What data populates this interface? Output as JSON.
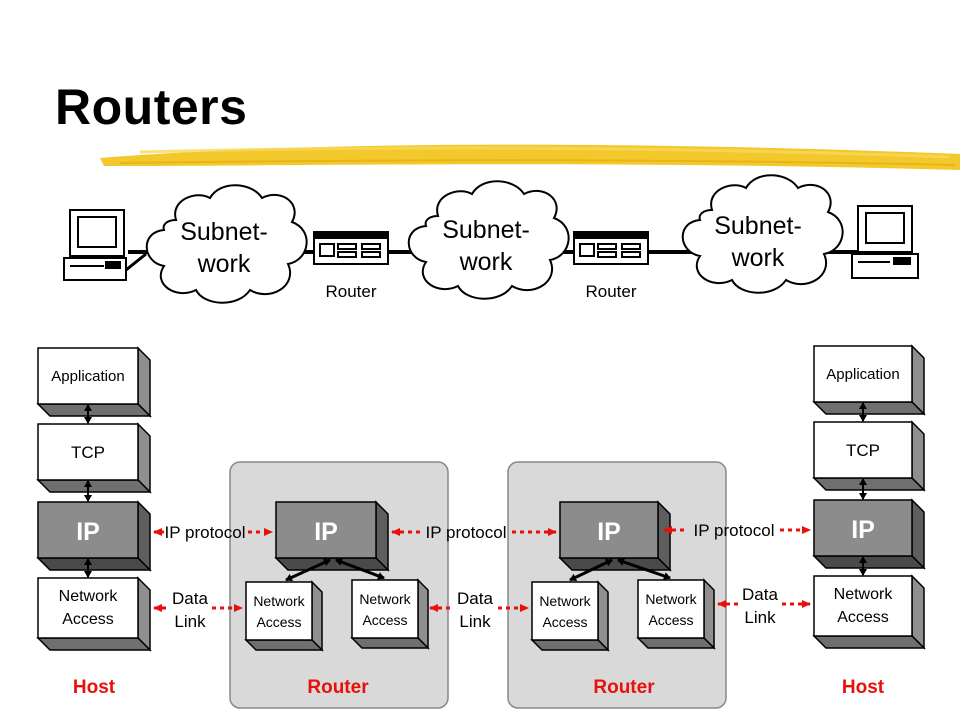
{
  "slide": {
    "title": "Routers"
  },
  "topology": {
    "subnet_label_line1": "Subnet-",
    "subnet_label_line2": "work",
    "router_label": "Router"
  },
  "stacks": {
    "host_left": {
      "caption": "Host",
      "layers": [
        "Application",
        "TCP",
        "IP",
        "Network|Access"
      ]
    },
    "router_1": {
      "caption": "Router",
      "ip": "IP",
      "access_left": "Network|Access",
      "access_right": "Network|Access"
    },
    "router_2": {
      "caption": "Router",
      "ip": "IP",
      "access_left": "Network|Access",
      "access_right": "Network|Access"
    },
    "host_right": {
      "caption": "Host",
      "layers": [
        "Application",
        "TCP",
        "IP",
        "Network|Access"
      ]
    }
  },
  "links": {
    "ip_protocol": "IP protocol",
    "data_link": "Data|Link"
  },
  "colors": {
    "caption_red": "#e8100a",
    "arrow_red": "#e8100a",
    "ip_box_fill": "#8c8c8c",
    "router_bg": "#d9d9d9",
    "highlight_stroke": "#f2c31a"
  }
}
